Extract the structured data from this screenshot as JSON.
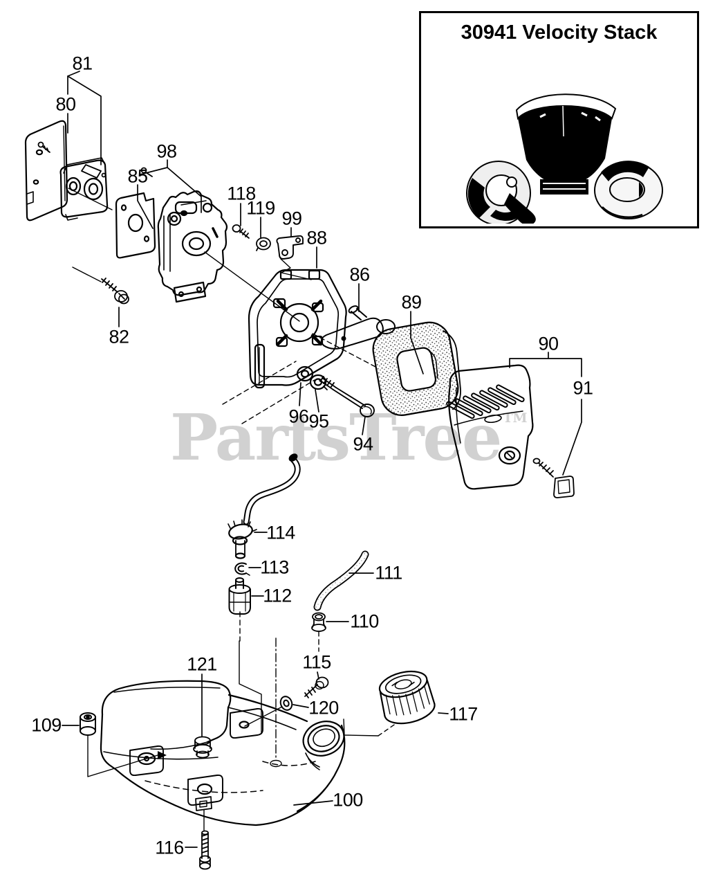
{
  "inset": {
    "title": "30941 Velocity Stack"
  },
  "watermark": {
    "text": "PartsTree",
    "tm": "TM"
  },
  "colors": {
    "line": "#000000",
    "background": "#ffffff",
    "watermark": "#d1d1d1"
  },
  "callouts": {
    "c80": "80",
    "c81": "81",
    "c82": "82",
    "c85": "85",
    "c86": "86",
    "c88": "88",
    "c89": "89",
    "c90": "90",
    "c91": "91",
    "c94": "94",
    "c95": "95",
    "c96": "96",
    "c98": "98",
    "c99": "99",
    "c100": "100",
    "c109": "109",
    "c110": "110",
    "c111": "111",
    "c112": "112",
    "c113": "113",
    "c114": "114",
    "c115": "115",
    "c116": "116",
    "c117": "117",
    "c118": "118",
    "c119": "119",
    "c120": "120",
    "c121": "121"
  }
}
